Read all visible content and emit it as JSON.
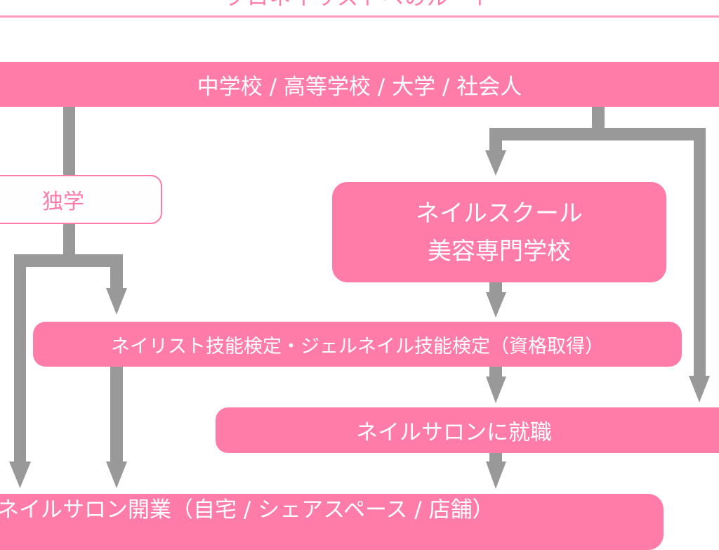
{
  "diagram": {
    "title": "プロネイリストへのルート",
    "colors": {
      "accent": "#ff7ba8",
      "title_rule": "#ff99bd",
      "connector": "#999999",
      "outline_fill": "#fefefe",
      "text_on_accent": "#ffffff"
    },
    "nodes": {
      "start": "中学校 / 高等学校 / 大学 / 社会人",
      "self_study": "独学",
      "school_line1": "ネイルスクール",
      "school_line2": "美容専門学校",
      "certification": "ネイリスト技能検定・ジェルネイル技能検定（資格取得）",
      "salon_job": "ネイルサロンに就職",
      "salon_open": "ネイルサロン開業（自宅 / シェアスペース / 店舗）"
    },
    "edges": [
      {
        "from": "start",
        "to": "self_study"
      },
      {
        "from": "start",
        "to": "school"
      },
      {
        "from": "start",
        "to": "salon_job"
      },
      {
        "from": "self_study",
        "to": "certification"
      },
      {
        "from": "self_study",
        "to": "salon_open"
      },
      {
        "from": "school",
        "to": "certification"
      },
      {
        "from": "certification",
        "to": "salon_job"
      },
      {
        "from": "certification",
        "to": "salon_open"
      },
      {
        "from": "salon_job",
        "to": "salon_open"
      }
    ]
  }
}
